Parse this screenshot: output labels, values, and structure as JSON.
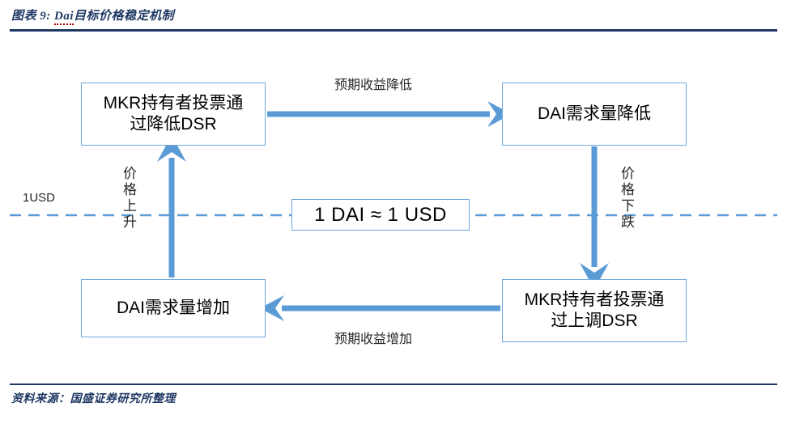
{
  "figure": {
    "title_prefix": "图表 9: ",
    "title_token": "Dai",
    "title_suffix": "目标价格稳定机制",
    "source": "资料来源：国盛证券研究所整理"
  },
  "colors": {
    "title_navy": "#1F3864",
    "box_border_blue": "#6FA8DC",
    "arrow_blue": "#5B9BD5",
    "dashed_line_blue": "#5B9BD5",
    "token_underline_red": "#C00000",
    "text_black": "#000000"
  },
  "diagram": {
    "type": "cycle-flowchart",
    "axis": {
      "peg_label": "1USD",
      "peg_box_text": "1 DAI ≈ 1 USD",
      "dashed_line": true
    },
    "nodes": [
      {
        "id": "top-left",
        "text": "MKR持有者投票通\n过降低DSR",
        "line1": "MKR持有者投票通",
        "line2": "过降低DSR"
      },
      {
        "id": "top-right",
        "text": "DAI需求量降低",
        "line1": "DAI需求量降低",
        "line2": ""
      },
      {
        "id": "bottom-left",
        "text": "DAI需求量增加",
        "line1": "DAI需求量增加",
        "line2": ""
      },
      {
        "id": "bottom-right",
        "text": "MKR持有者投票通\n过上调DSR",
        "line1": "MKR持有者投票通",
        "line2": "过上调DSR"
      }
    ],
    "edges": [
      {
        "id": "top-edge",
        "from": "top-left",
        "to": "top-right",
        "direction": "right",
        "label": "预期收益降低"
      },
      {
        "id": "right-edge",
        "from": "top-right",
        "to": "bottom-right",
        "direction": "down",
        "label": "价格下跌"
      },
      {
        "id": "bottom-edge",
        "from": "bottom-right",
        "to": "bottom-left",
        "direction": "left",
        "label": "预期收益增加"
      },
      {
        "id": "left-edge",
        "from": "bottom-left",
        "to": "top-left",
        "direction": "up",
        "label": "价格上升"
      }
    ]
  }
}
